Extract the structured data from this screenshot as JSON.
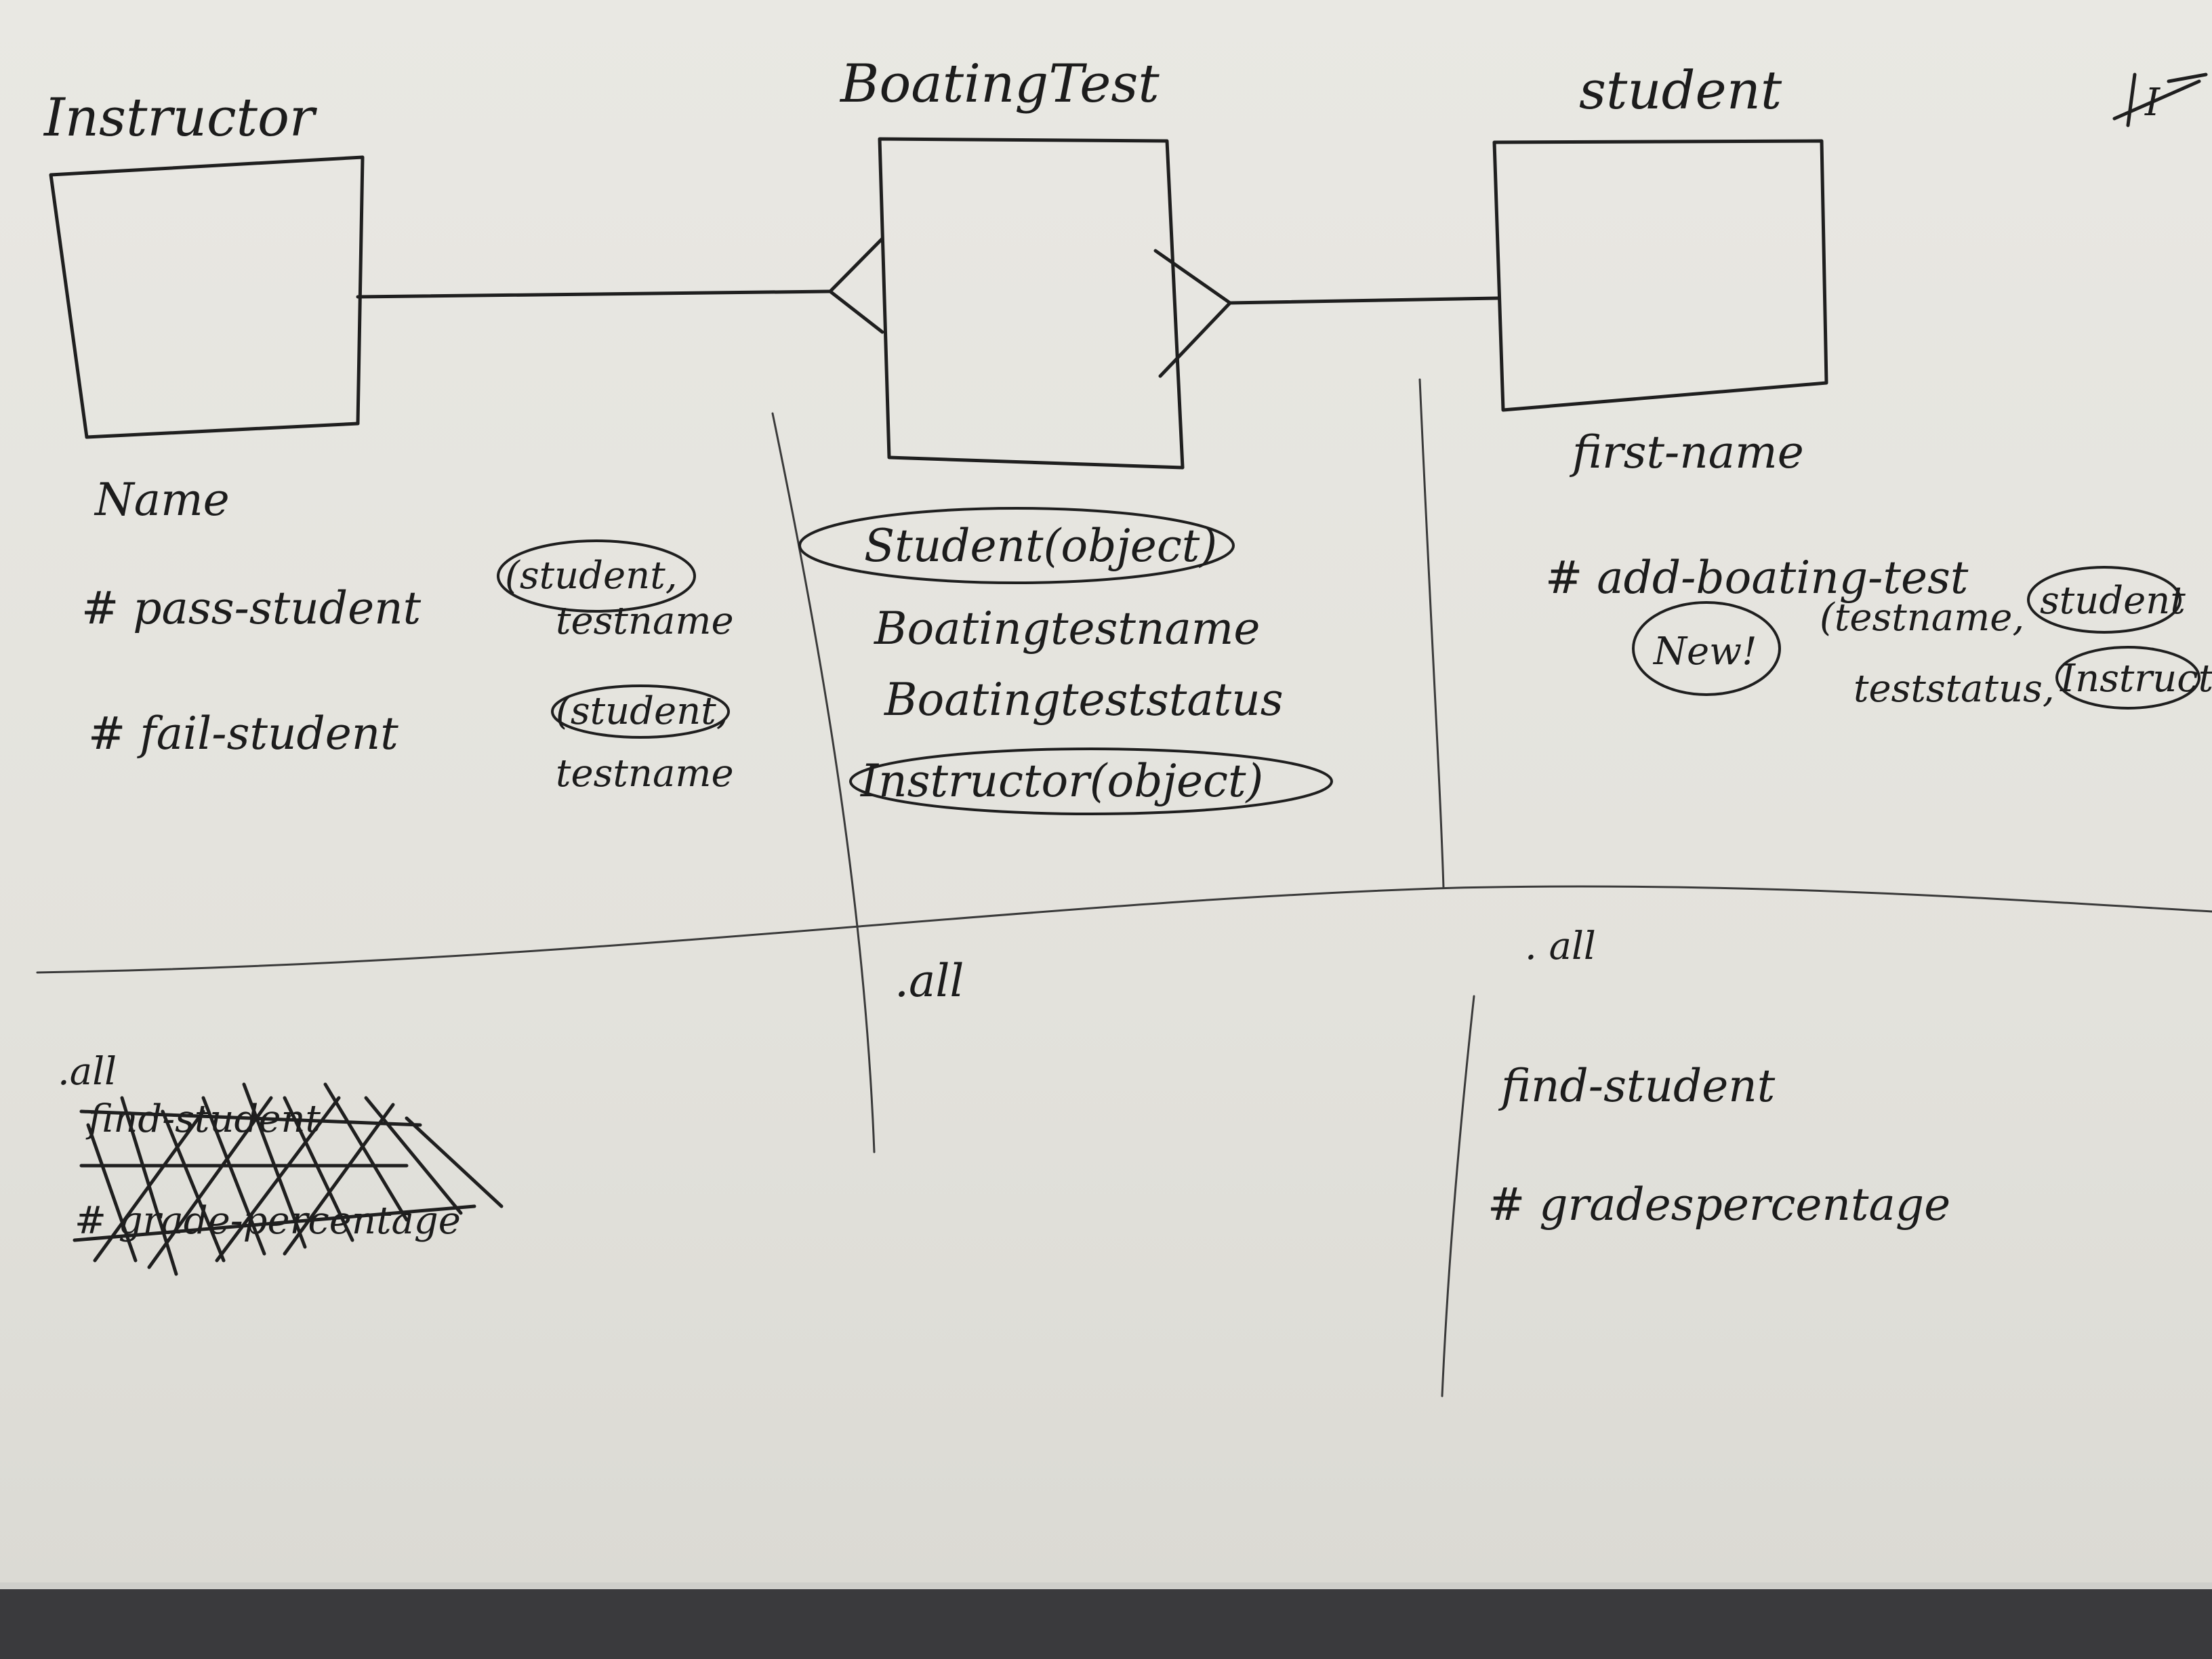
{
  "entities": {
    "instructor": {
      "title": "Instructor",
      "attribute": "Name",
      "methods": [
        {
          "name": "# pass-student",
          "param": "(student,",
          "param2": "testname"
        },
        {
          "name": "# fail-student",
          "param": "(student,",
          "param2": "testname"
        }
      ],
      "class_methods": [
        ".all",
        "find-student",
        "# grade-percentage"
      ]
    },
    "boating_test": {
      "title": "BoatingTest",
      "attributes": [
        "Student(object)",
        "Boatingtestname",
        "Boatingteststatus",
        "Instructor(object)"
      ],
      "class_methods": [
        ".all"
      ]
    },
    "student": {
      "title": "student",
      "attribute": "first-name",
      "method": "# add-boating-test",
      "params": [
        "(testname,",
        "student",
        "teststatus,",
        "Instruct"
      ],
      "badge": "New!",
      "class_methods": [
        ". all",
        "find-student",
        "# gradespercentage"
      ]
    }
  },
  "corner_mark": "I"
}
